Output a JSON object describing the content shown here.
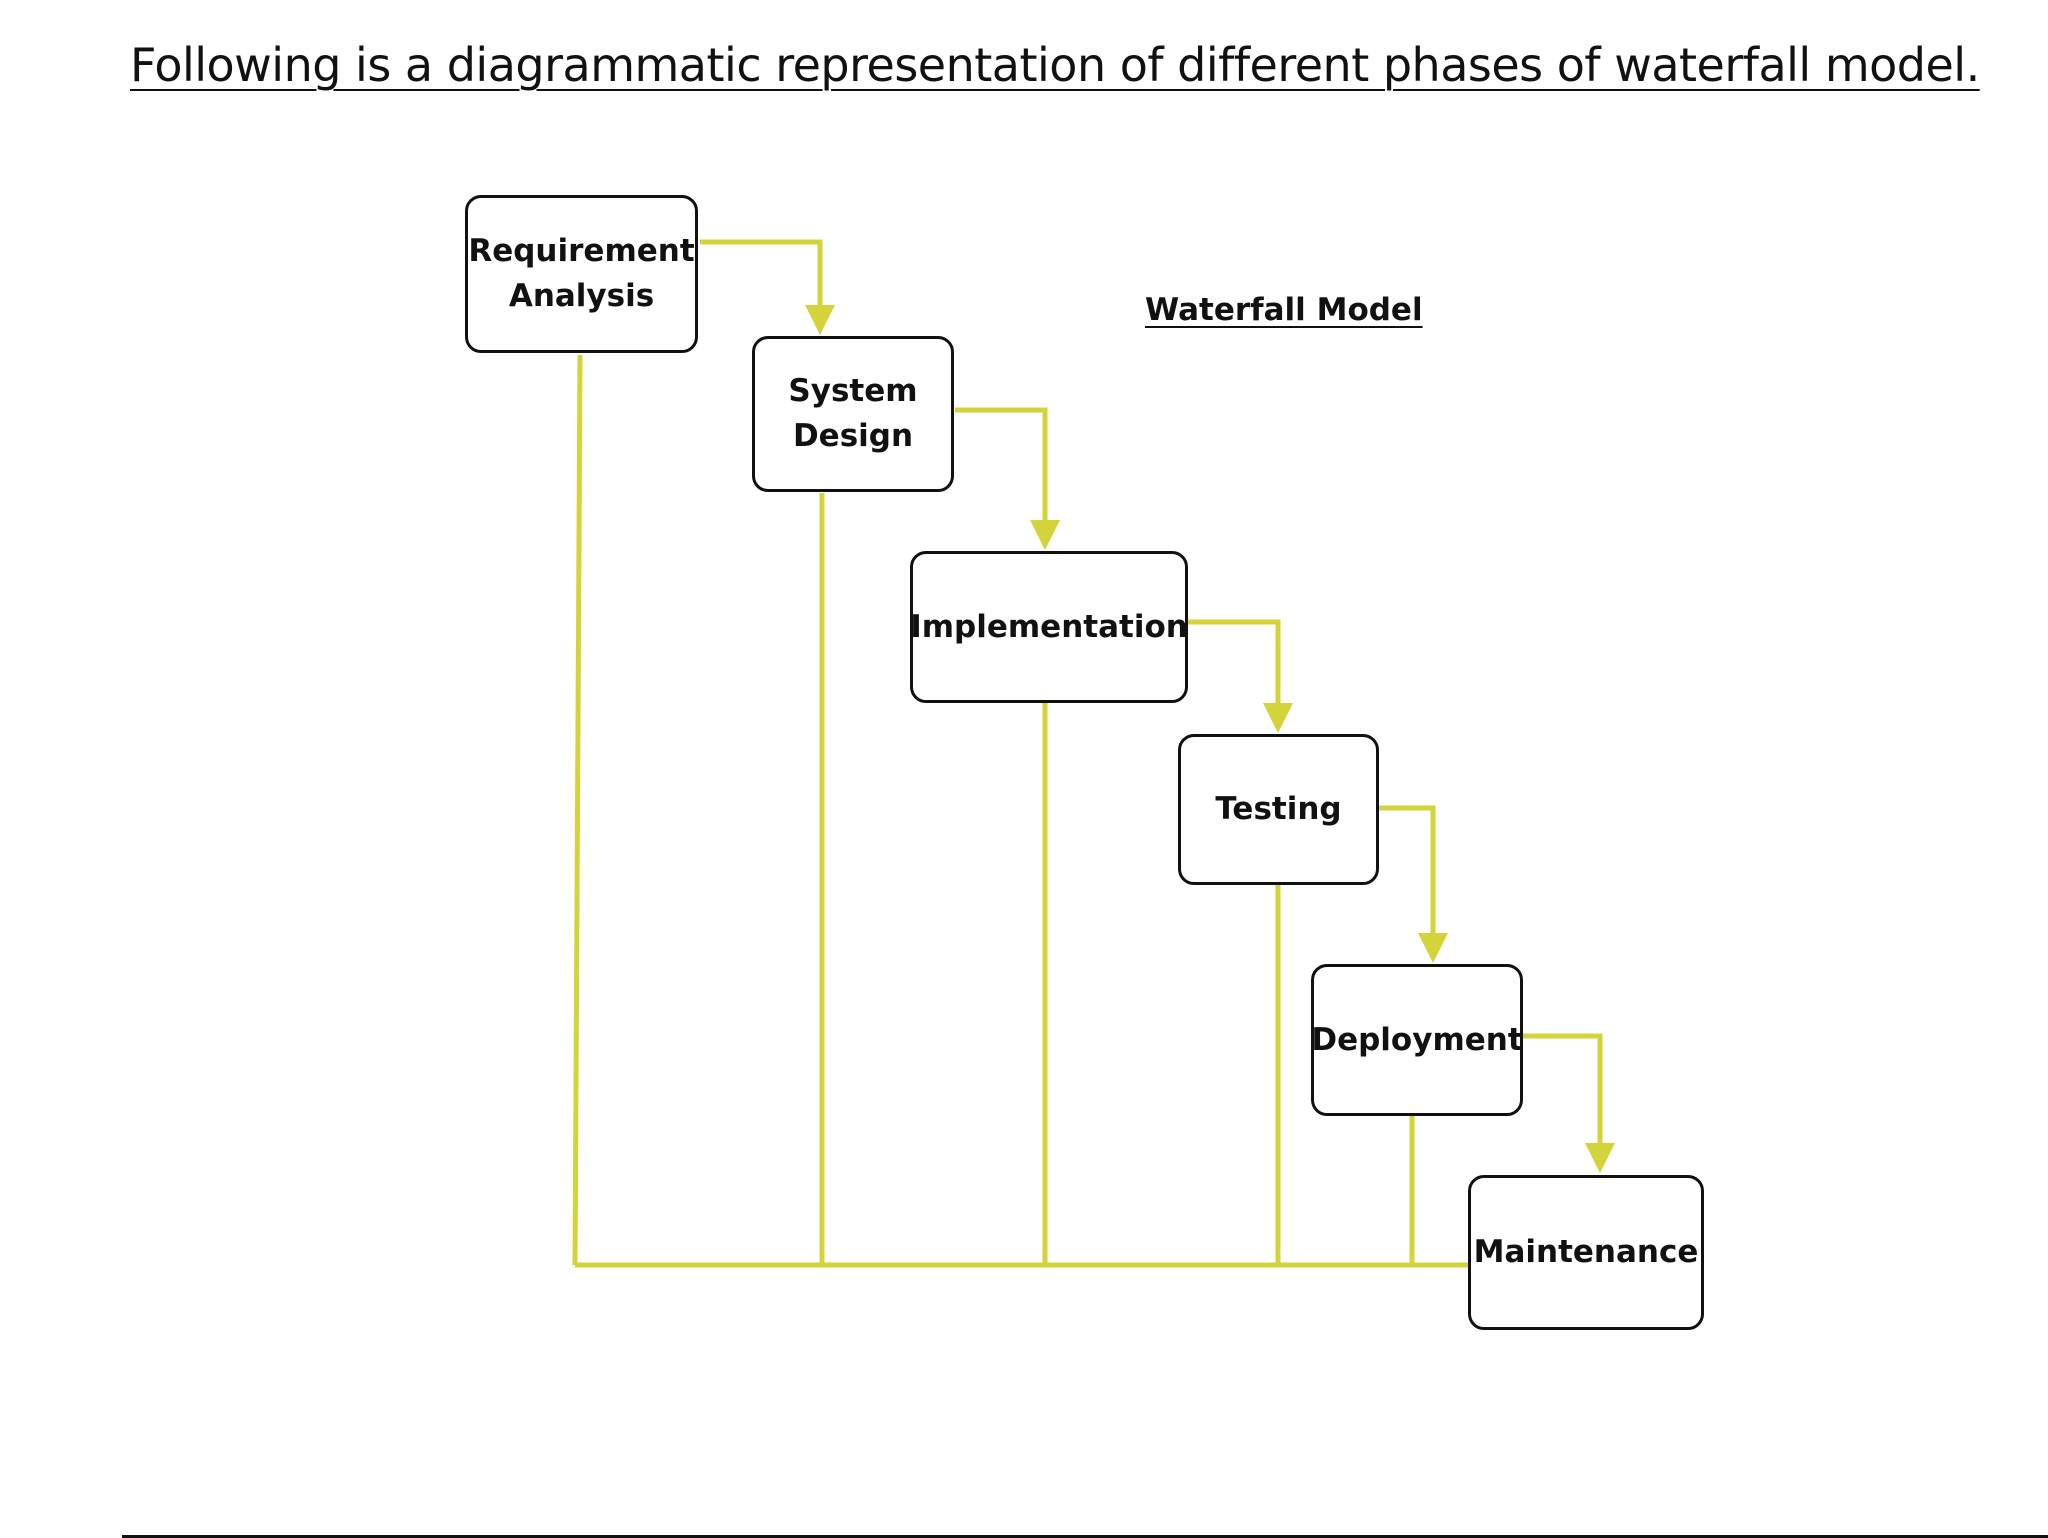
{
  "heading": "Following is a diagrammatic representation of different phases of waterfall model.",
  "diagram_title": "Waterfall Model",
  "phases": [
    {
      "label": "Requirement\nAnalysis"
    },
    {
      "label": "System\nDesign"
    },
    {
      "label": "Implementation"
    },
    {
      "label": "Testing"
    },
    {
      "label": "Deployment"
    },
    {
      "label": "Maintenance"
    }
  ],
  "colors": {
    "connector": "#d4d43a",
    "box_border": "#111111",
    "text": "#111111"
  }
}
